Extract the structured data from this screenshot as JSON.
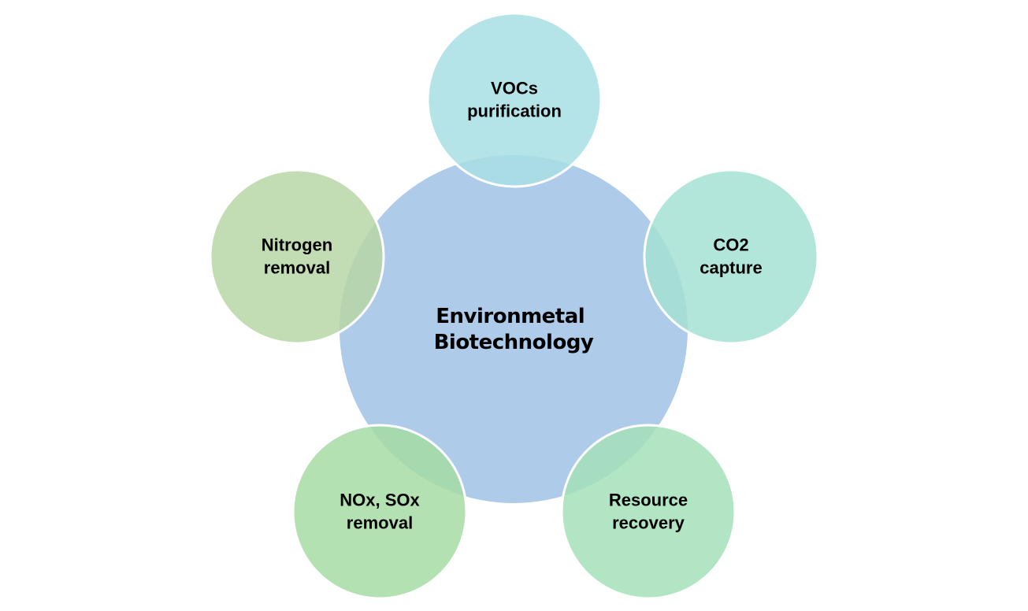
{
  "diagram": {
    "type": "radial-venn",
    "center": {
      "label_lines": [
        "Environmetal",
        "Biotechnology"
      ],
      "color": "#AECBEA"
    },
    "nodes": [
      {
        "id": "vocs",
        "label_lines": [
          "VOCs",
          "purification"
        ],
        "color": "#A8DFE4",
        "position": "top"
      },
      {
        "id": "co2",
        "label_lines": [
          "CO2",
          "capture"
        ],
        "color": "#A5E2D3",
        "position": "right"
      },
      {
        "id": "resource",
        "label_lines": [
          "Resource",
          "recovery"
        ],
        "color": "#A5E0B9",
        "position": "bottom-right"
      },
      {
        "id": "noxsox",
        "label_lines": [
          "NOx, SOx",
          "removal"
        ],
        "color": "#A6DCA3",
        "position": "bottom-left"
      },
      {
        "id": "nitrogen",
        "label_lines": [
          "Nitrogen",
          "removal"
        ],
        "color": "#B7D6A6",
        "position": "left"
      }
    ],
    "node_outline_color": "#FFFFFF"
  }
}
